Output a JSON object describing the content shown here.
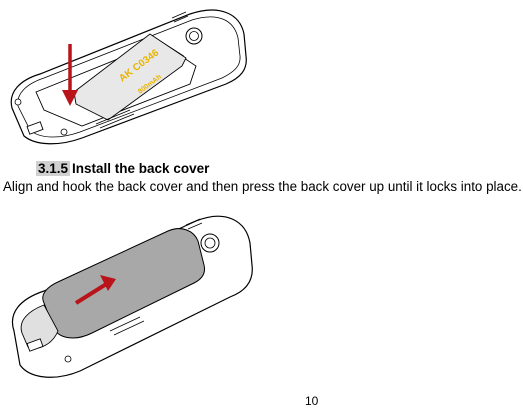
{
  "section": {
    "number": "3.1.5",
    "title": "Install the back cover"
  },
  "instruction": "Align and hook the back cover and then press the back cover up until it locks into place.",
  "page_number": "10",
  "battery": {
    "model_label": "AK C0346",
    "capacity_label": "800mAh"
  },
  "colors": {
    "arrow_red": "#b8141a",
    "battery_fill": "#e8e8e8",
    "cover_fill": "#a8a8a8",
    "label_yellow": "#e8b400"
  }
}
